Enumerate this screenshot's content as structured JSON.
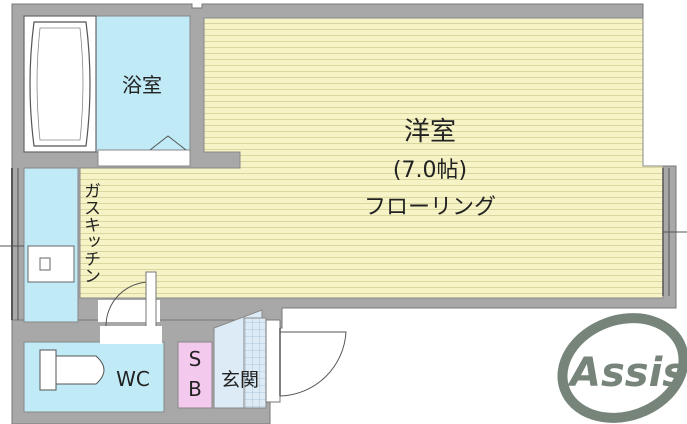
{
  "rooms": {
    "bath": "浴室",
    "western": "洋室",
    "western_size": "(7.0帖)",
    "flooring": "フローリング",
    "kitchen": "ガスキッチン",
    "wc": "WC",
    "storage_s": "S",
    "storage_b": "B",
    "entrance": "玄関"
  },
  "logo": {
    "text": "Assist"
  },
  "colors": {
    "wall": "#a8a8a8",
    "wall_edge": "#777777",
    "western_floor": "#f6f4c6",
    "western_lines": "#d9d6a0",
    "bath_floor": "#bfeaf6",
    "kitchen_floor": "#bfeaf6",
    "wc_floor": "#bfeaf6",
    "storage_floor": "#f4c9ee",
    "entrance_tile": "#cfe3f3",
    "logo": "#5f6f63"
  }
}
